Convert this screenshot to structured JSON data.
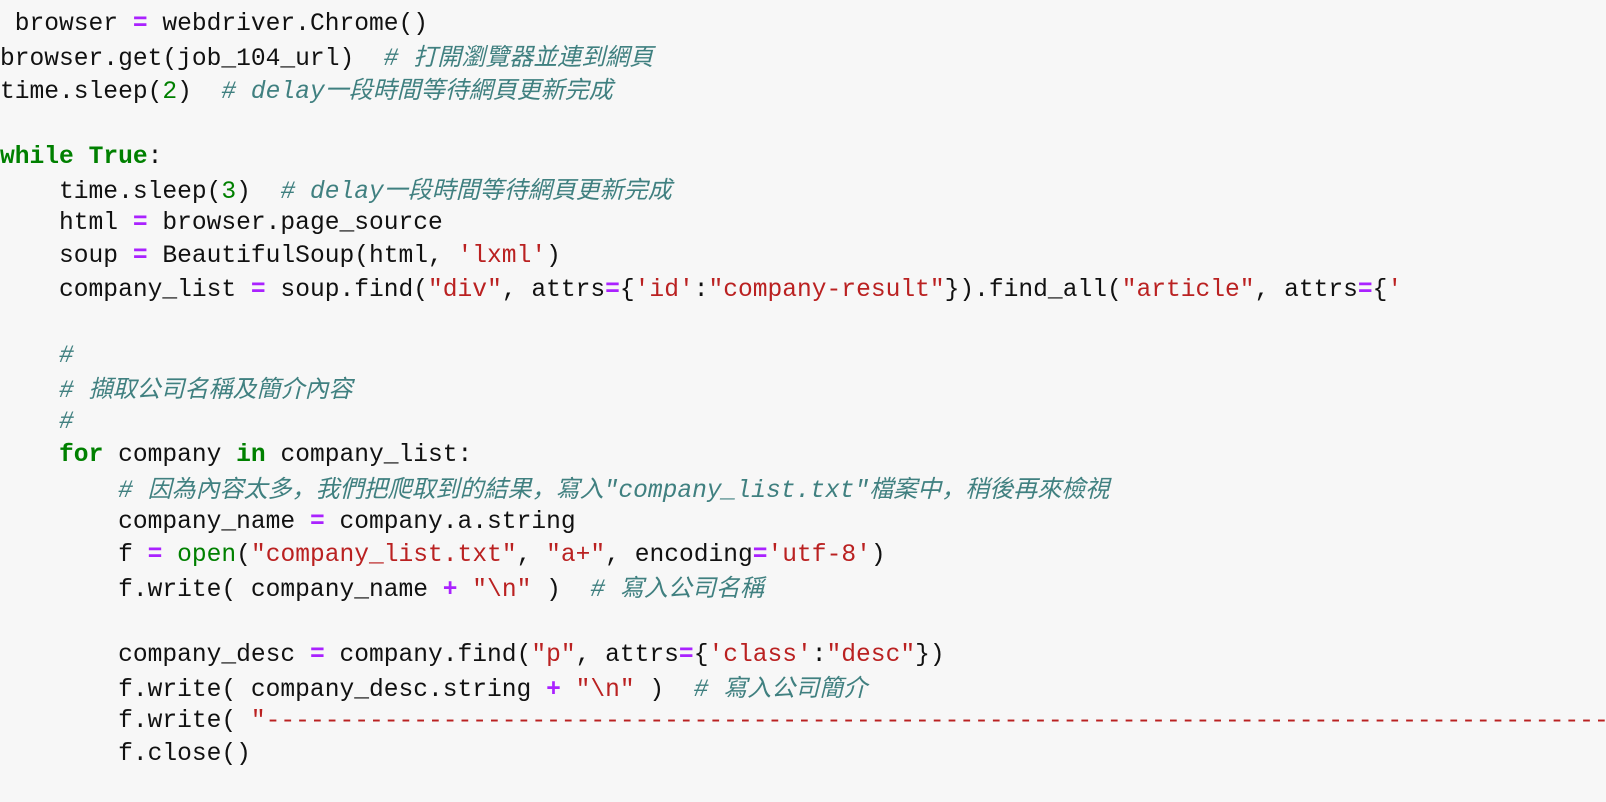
{
  "colors": {
    "background": "#f7f7f7",
    "text": "#111111",
    "keyword": "#008000",
    "operator": "#aa22ff",
    "string": "#ba2121",
    "comment": "#408080"
  },
  "code_lines": [
    [
      {
        "t": "txt",
        "v": " browser "
      },
      {
        "t": "op",
        "v": "="
      },
      {
        "t": "txt",
        "v": " webdriver.Chrome()"
      }
    ],
    [
      {
        "t": "txt",
        "v": "browser.get(job_104_url)  "
      },
      {
        "t": "cm",
        "v": "# "
      },
      {
        "t": "cjk",
        "v": "打開瀏覽器並連到網頁"
      }
    ],
    [
      {
        "t": "txt",
        "v": "time.sleep("
      },
      {
        "t": "num",
        "v": "2"
      },
      {
        "t": "txt",
        "v": ")  "
      },
      {
        "t": "cm",
        "v": "# delay"
      },
      {
        "t": "cjk",
        "v": "一段時間等待網頁更新完成"
      }
    ],
    [],
    [
      {
        "t": "kw",
        "v": "while"
      },
      {
        "t": "txt",
        "v": " "
      },
      {
        "t": "kw",
        "v": "True"
      },
      {
        "t": "txt",
        "v": ":"
      }
    ],
    [
      {
        "t": "txt",
        "v": "    time.sleep("
      },
      {
        "t": "num",
        "v": "3"
      },
      {
        "t": "txt",
        "v": ")  "
      },
      {
        "t": "cm",
        "v": "# delay"
      },
      {
        "t": "cjk",
        "v": "一段時間等待網頁更新完成"
      }
    ],
    [
      {
        "t": "txt",
        "v": "    html "
      },
      {
        "t": "op",
        "v": "="
      },
      {
        "t": "txt",
        "v": " browser.page_source"
      }
    ],
    [
      {
        "t": "txt",
        "v": "    soup "
      },
      {
        "t": "op",
        "v": "="
      },
      {
        "t": "txt",
        "v": " BeautifulSoup(html, "
      },
      {
        "t": "str",
        "v": "'lxml'"
      },
      {
        "t": "txt",
        "v": ")"
      }
    ],
    [
      {
        "t": "txt",
        "v": "    company_list "
      },
      {
        "t": "op",
        "v": "="
      },
      {
        "t": "txt",
        "v": " soup.find("
      },
      {
        "t": "str",
        "v": "\"div\""
      },
      {
        "t": "txt",
        "v": ", attrs"
      },
      {
        "t": "op",
        "v": "="
      },
      {
        "t": "txt",
        "v": "{"
      },
      {
        "t": "str",
        "v": "'id'"
      },
      {
        "t": "txt",
        "v": ":"
      },
      {
        "t": "str",
        "v": "\"company-result\""
      },
      {
        "t": "txt",
        "v": "}).find_all("
      },
      {
        "t": "str",
        "v": "\"article\""
      },
      {
        "t": "txt",
        "v": ", attrs"
      },
      {
        "t": "op",
        "v": "="
      },
      {
        "t": "txt",
        "v": "{"
      },
      {
        "t": "str",
        "v": "'"
      }
    ],
    [],
    [
      {
        "t": "cm",
        "v": "    #"
      }
    ],
    [
      {
        "t": "cm",
        "v": "    # "
      },
      {
        "t": "cjk",
        "v": "擷取公司名稱及簡介內容"
      }
    ],
    [
      {
        "t": "cm",
        "v": "    #"
      }
    ],
    [
      {
        "t": "txt",
        "v": "    "
      },
      {
        "t": "kw",
        "v": "for"
      },
      {
        "t": "txt",
        "v": " company "
      },
      {
        "t": "kw",
        "v": "in"
      },
      {
        "t": "txt",
        "v": " company_list:"
      }
    ],
    [
      {
        "t": "cm",
        "v": "        # "
      },
      {
        "t": "cjk",
        "v": "因為內容太多，我們把爬取到的結果，寫入"
      },
      {
        "t": "cm",
        "v": "\"company_list.txt\""
      },
      {
        "t": "cjk",
        "v": "檔案中，稍後再來檢視"
      }
    ],
    [
      {
        "t": "txt",
        "v": "        company_name "
      },
      {
        "t": "op",
        "v": "="
      },
      {
        "t": "txt",
        "v": " company.a.string"
      }
    ],
    [
      {
        "t": "txt",
        "v": "        f "
      },
      {
        "t": "op",
        "v": "="
      },
      {
        "t": "txt",
        "v": " "
      },
      {
        "t": "bi",
        "v": "open"
      },
      {
        "t": "txt",
        "v": "("
      },
      {
        "t": "str",
        "v": "\"company_list.txt\""
      },
      {
        "t": "txt",
        "v": ", "
      },
      {
        "t": "str",
        "v": "\"a+\""
      },
      {
        "t": "txt",
        "v": ", encoding"
      },
      {
        "t": "op",
        "v": "="
      },
      {
        "t": "str",
        "v": "'utf-8'"
      },
      {
        "t": "txt",
        "v": ")"
      }
    ],
    [
      {
        "t": "txt",
        "v": "        f.write( company_name "
      },
      {
        "t": "op",
        "v": "+"
      },
      {
        "t": "txt",
        "v": " "
      },
      {
        "t": "str",
        "v": "\"\\n\""
      },
      {
        "t": "txt",
        "v": " )  "
      },
      {
        "t": "cm",
        "v": "# "
      },
      {
        "t": "cjk",
        "v": "寫入公司名稱"
      }
    ],
    [],
    [
      {
        "t": "txt",
        "v": "        company_desc "
      },
      {
        "t": "op",
        "v": "="
      },
      {
        "t": "txt",
        "v": " company.find("
      },
      {
        "t": "str",
        "v": "\"p\""
      },
      {
        "t": "txt",
        "v": ", attrs"
      },
      {
        "t": "op",
        "v": "="
      },
      {
        "t": "txt",
        "v": "{"
      },
      {
        "t": "str",
        "v": "'class'"
      },
      {
        "t": "txt",
        "v": ":"
      },
      {
        "t": "str",
        "v": "\"desc\""
      },
      {
        "t": "txt",
        "v": "})"
      }
    ],
    [
      {
        "t": "txt",
        "v": "        f.write( company_desc.string "
      },
      {
        "t": "op",
        "v": "+"
      },
      {
        "t": "txt",
        "v": " "
      },
      {
        "t": "str",
        "v": "\"\\n\""
      },
      {
        "t": "txt",
        "v": " )  "
      },
      {
        "t": "cm",
        "v": "# "
      },
      {
        "t": "cjk",
        "v": "寫入公司簡介"
      }
    ],
    [
      {
        "t": "txt",
        "v": "        f.write( "
      },
      {
        "t": "str",
        "v": "\"--------------------------------------------------------------------------------------------------"
      }
    ],
    [
      {
        "t": "txt",
        "v": "        f.close()"
      }
    ]
  ]
}
